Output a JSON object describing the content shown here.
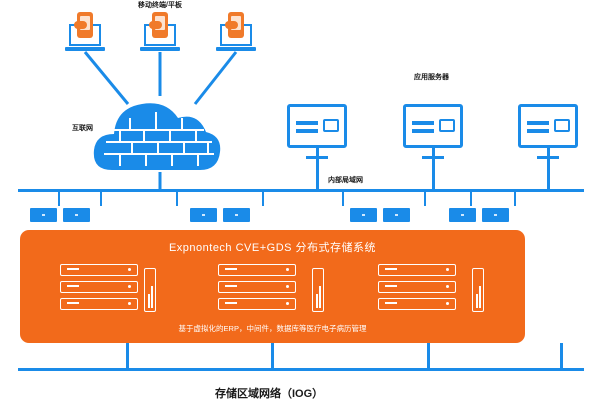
{
  "labels": {
    "clients": "移动终端/平板",
    "firewall": "互联网",
    "servers": "应用服务器",
    "lan": "内部局域网",
    "storage_title": "Expnontech CVE+GDS 分布式存储系统",
    "storage_caption": "基于虚拟化的ERP，中间件，数据库等医疗电子病历管理",
    "san": "存储区域网络（IOG）"
  },
  "icons": {
    "client": "laptop-with-phone-icon",
    "cloud": "cloud-firewall-icon",
    "server": "monitor-icon",
    "disk": "disk-drive-icon",
    "tower": "server-tower-icon",
    "port": "network-switch-port-icon"
  },
  "colors": {
    "network_blue": "#1a8be8",
    "storage_orange": "#f26a1b",
    "phone_orange": "#f07a2a"
  }
}
